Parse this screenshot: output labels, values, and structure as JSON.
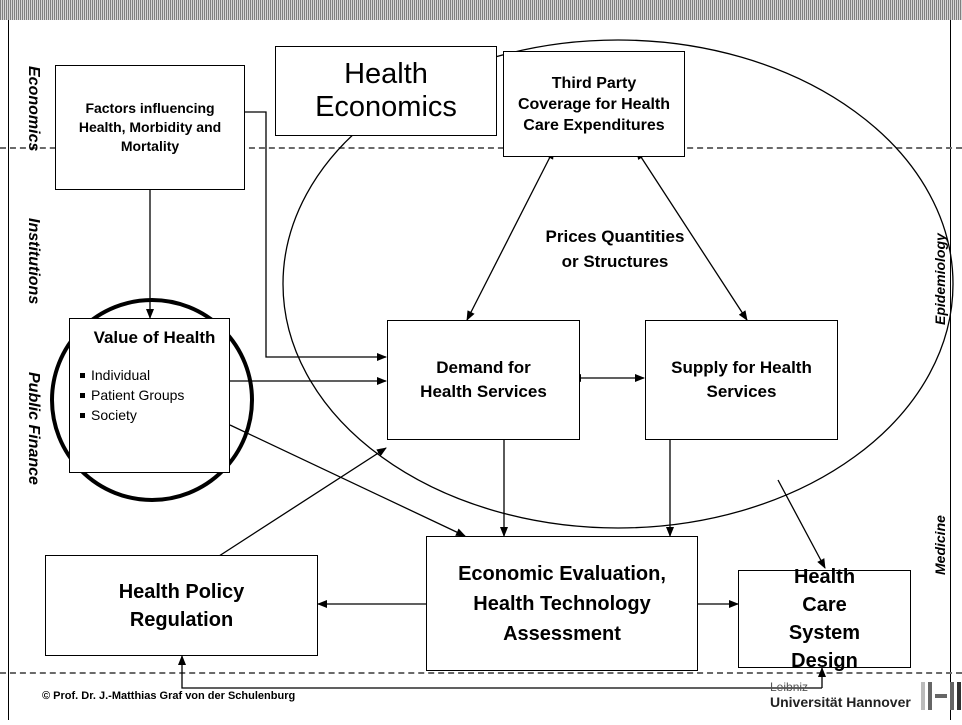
{
  "title": "Health Economics",
  "left_labels": [
    "Economics",
    "Institutions",
    "Public Finance"
  ],
  "right_labels": [
    "Epidemiology",
    "Medicine"
  ],
  "boxes": {
    "factors": "Factors influencing Health, Morbidity and Mortality",
    "third_party": "Third Party Coverage for Health Care Expenditures",
    "value_title": "Value of Health",
    "value_items": [
      "Individual",
      "Patient Groups",
      "Society"
    ],
    "demand": "Demand for Health Services",
    "supply": "Supply for Health Services",
    "policy": "Health Policy Regulation",
    "evaluation": "Economic Evaluation, Health Technology Assessment",
    "system": "Health Care System Design"
  },
  "center_text": "Prices Quantities or Structures",
  "footer": {
    "copyright": "© Prof. Dr. J.-Matthias Graf von der Schulenburg",
    "univ_line1": "Leibniz",
    "univ_line2": "Universität Hannover"
  }
}
